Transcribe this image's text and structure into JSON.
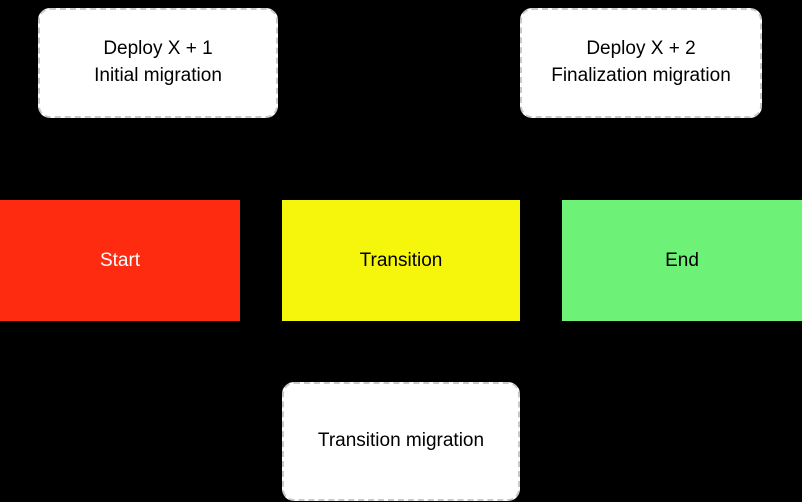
{
  "diagram": {
    "background_color": "#000000",
    "notes": {
      "deploy1": {
        "line1": "Deploy X + 1",
        "line2": "Initial migration"
      },
      "deploy2": {
        "line1": "Deploy X + 2",
        "line2": "Finalization migration"
      },
      "transition_migration": {
        "label": "Transition migration"
      }
    },
    "stages": {
      "start": {
        "label": "Start",
        "color": "#ff2b10",
        "text_color": "#ffffff"
      },
      "transition": {
        "label": "Transition",
        "color": "#f6f60c",
        "text_color": "#000000"
      },
      "end": {
        "label": "End",
        "color": "#6df277",
        "text_color": "#000000"
      }
    },
    "note_style": {
      "background": "#ffffff",
      "border_color": "#c9c9c9"
    }
  }
}
